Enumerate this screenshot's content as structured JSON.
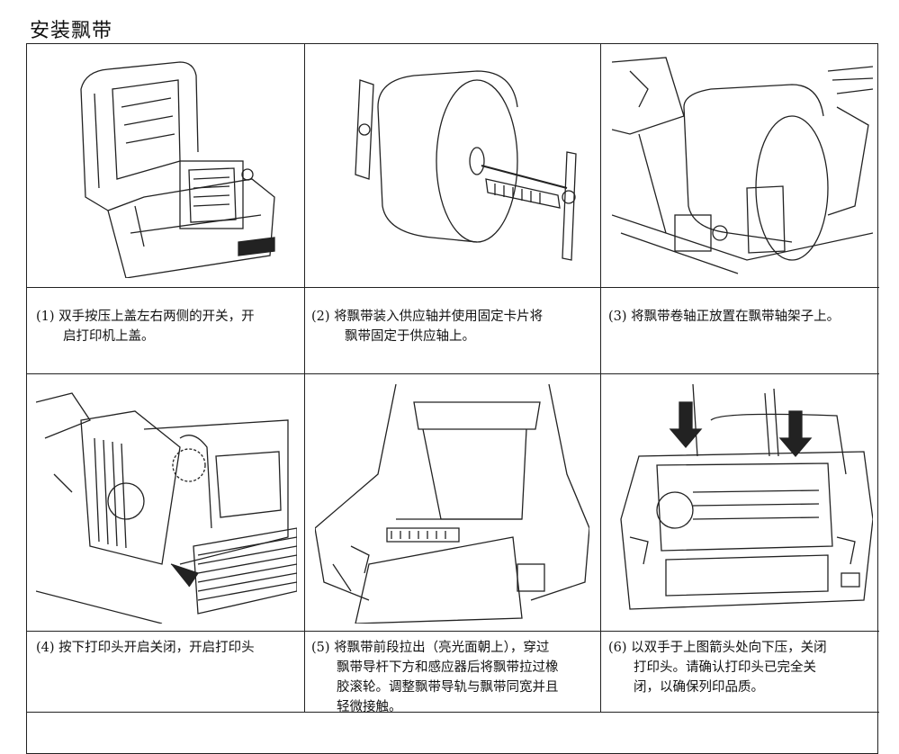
{
  "title": "安装飘带",
  "steps": [
    {
      "caption_line1": "(1) 双手按压上盖左右两侧的开关，开",
      "caption_line2": "启打印机上盖。"
    },
    {
      "caption_line1": "(2)  将飘带装入供应轴并使用固定卡片将",
      "caption_line2": "飘带固定于供应轴上。"
    },
    {
      "caption_line1": "(3) 将飘带卷轴正放置在飘带轴架子上。",
      "caption_line2": ""
    },
    {
      "caption_line1": "(4) 按下打印头开启关闭，开启打印头",
      "caption_line2": ""
    },
    {
      "caption_line1": "(5) 将飘带前段拉出（亮光面朝上），穿过",
      "caption_line2": "飘带导杆下方和感应器后将飘带拉过橡",
      "caption_line3": "胶滚轮。调整飘带导轨与飘带同宽并且",
      "caption_line4": "轻微接触。"
    },
    {
      "caption_line1": "(6) 以双手于上图箭头处向下压，关闭",
      "caption_line2": "打印头。请确认打印头已完全关",
      "caption_line3": "闭，以确保列印品质。"
    }
  ]
}
